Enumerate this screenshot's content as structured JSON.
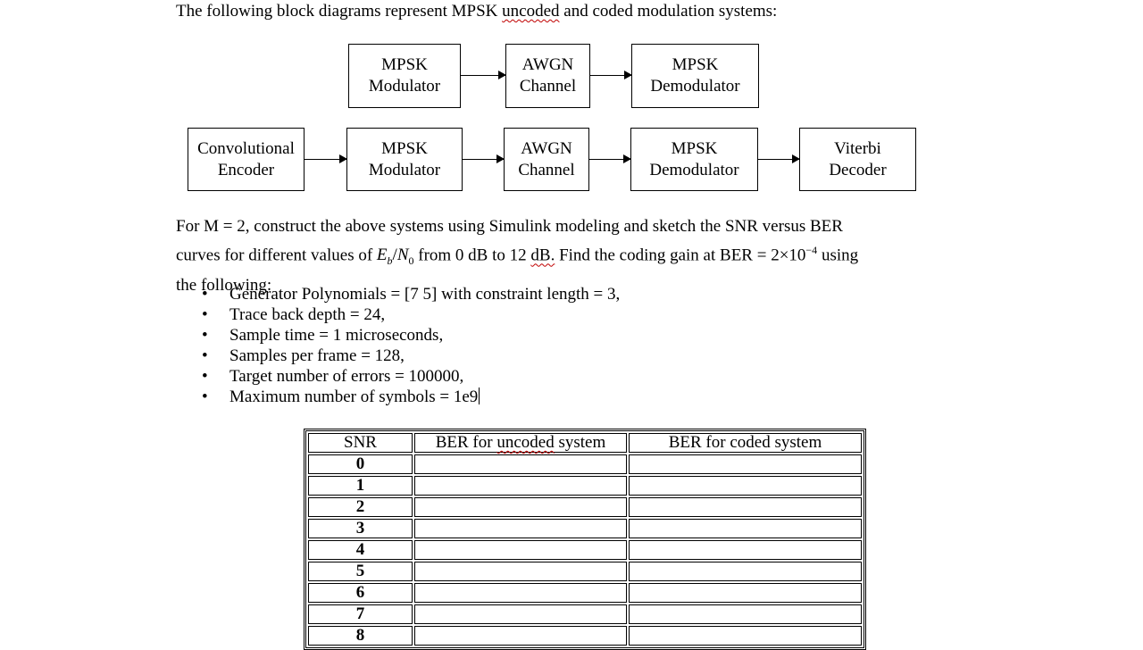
{
  "intro": {
    "before": "The following block diagrams represent MPSK ",
    "flagged": "uncoded",
    "after": " and coded modulation systems:"
  },
  "diagram": {
    "uncoded_chain": [
      {
        "line1": "MPSK",
        "line2": "Modulator"
      },
      {
        "line1": "AWGN",
        "line2": "Channel"
      },
      {
        "line1": "MPSK",
        "line2": "Demodulator"
      }
    ],
    "coded_chain": [
      {
        "line1": "Convolutional",
        "line2": "Encoder"
      },
      {
        "line1": "MPSK",
        "line2": "Modulator"
      },
      {
        "line1": "AWGN",
        "line2": "Channel"
      },
      {
        "line1": "MPSK",
        "line2": "Demodulator"
      },
      {
        "line1": "Viterbi",
        "line2": "Decoder"
      }
    ]
  },
  "task": {
    "l1a": "For  M",
    "l1b": " = 2",
    "l1c": ", construct the above systems using Simulink modeling and sketch the SNR versus BER",
    "l2a": "curves for different values of ",
    "eb": "E",
    "eb_sub": "b",
    "slash": "/",
    "n0": "N",
    "n0_sub": "0",
    "l2b": "  from 0 dB to 12 ",
    "db_flagged": "dB.",
    "l2c": " Find the coding gain at  BER = 2×10",
    "exp": "−4",
    "l2d": "  using",
    "l3": "the following:"
  },
  "params": [
    "Generator Polynomials = [7 5] with constraint length = 3,",
    "Trace back depth = 24,",
    "Sample time = 1 microseconds,",
    "Samples per frame = 128,",
    "Target number of errors = 100000,",
    "Maximum number of symbols = 1e9"
  ],
  "table": {
    "headers": {
      "snr": "SNR",
      "uncoded_before": "BER for ",
      "uncoded_flagged": "uncoded",
      "uncoded_after": " system",
      "coded": "BER for coded system"
    },
    "snr_values": [
      "0",
      "1",
      "2",
      "3",
      "4",
      "5",
      "6",
      "7",
      "8"
    ]
  }
}
